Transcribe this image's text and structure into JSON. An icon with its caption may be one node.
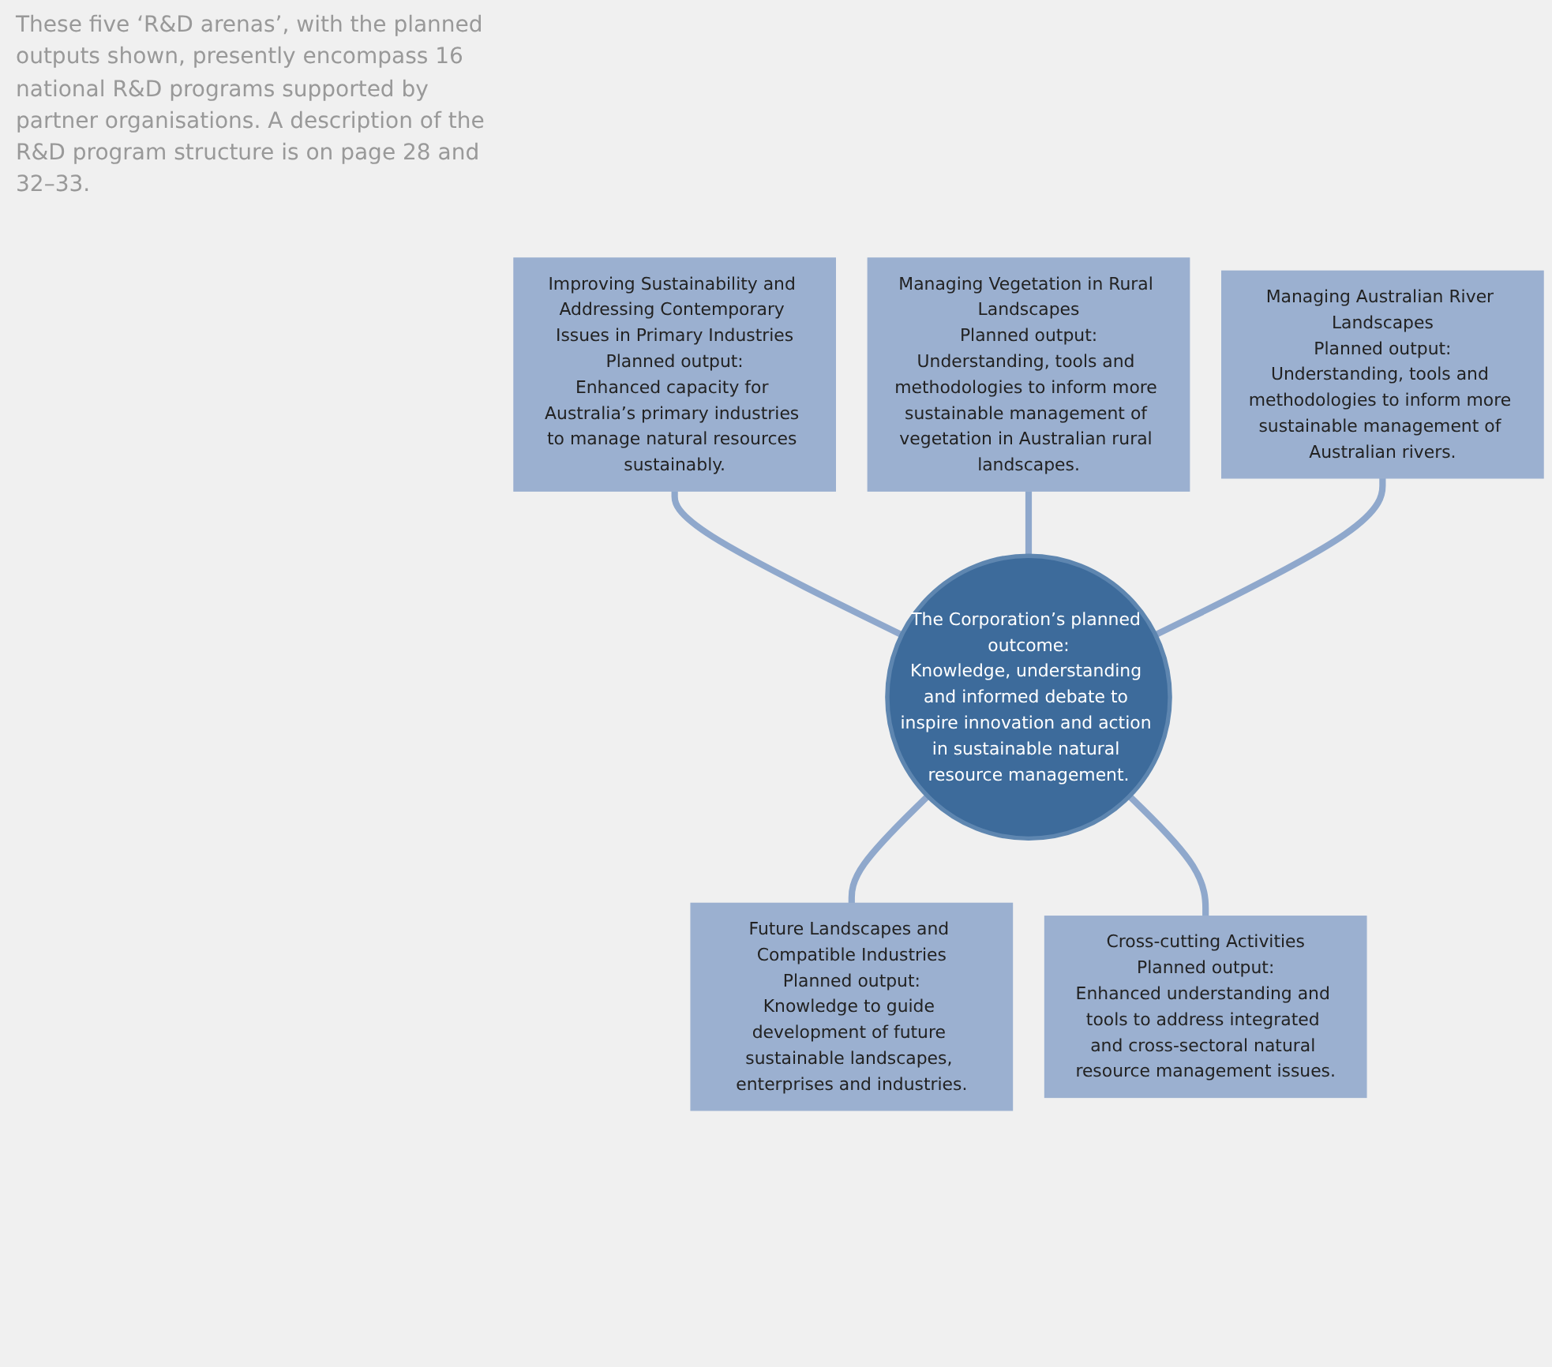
{
  "diagram": {
    "nodes": [
      {
        "text": [
          "Improving Sustainability and Addressing Contemporary Issues in Primary Industries",
          "Planned output:",
          "Enhanced capacity for Australia’s primary industries to manage natural resources sustainably."
        ]
      },
      {
        "text": [
          "Managing Vegetation in Rural Landscapes",
          "Planned output:",
          "Understanding, tools and methodologies to inform more sustainable management of vegetation in Australian rural landscapes."
        ]
      },
      {
        "text": [
          "The Corporation’s planned outcome:",
          "Knowledge, understanding and informed debate to inspire innovation and action in sustainable natural resource management."
        ]
      },
      {
        "text": [
          "Managing Australian River Landscapes",
          "Planned output:",
          "Understanding, tools and methodologies to inform more sustainable management of Australian rivers."
        ]
      },
      {
        "text": [
          "Future Landscapes and Compatible Industries",
          "Planned output:",
          "Knowledge to guide development of future sustainable landscapes, enterprises and industries."
        ]
      },
      {
        "text": [
          "Cross-cutting Activities",
          "Planned output:",
          "Enhanced understanding and tools to address integrated and cross-sectoral natural resource management issues."
        ]
      }
    ],
    "edges": [
      {
        "from": 0,
        "to": 2,
        "arrow": "none"
      },
      {
        "from": 1,
        "to": 2,
        "arrow": "none"
      },
      {
        "from": 3,
        "to": 2,
        "arrow": "none"
      },
      {
        "from": 2,
        "to": 4,
        "arrow": "none"
      },
      {
        "from": 2,
        "to": 5,
        "arrow": "none"
      }
    ],
    "labels": [
      "These five ‘R&D arenas’, with the planned outputs shown, presently encompass 16 national R&D programs supported by partner organisations. A description of the R&D program structure is on page 28 and 32–33."
    ]
  }
}
